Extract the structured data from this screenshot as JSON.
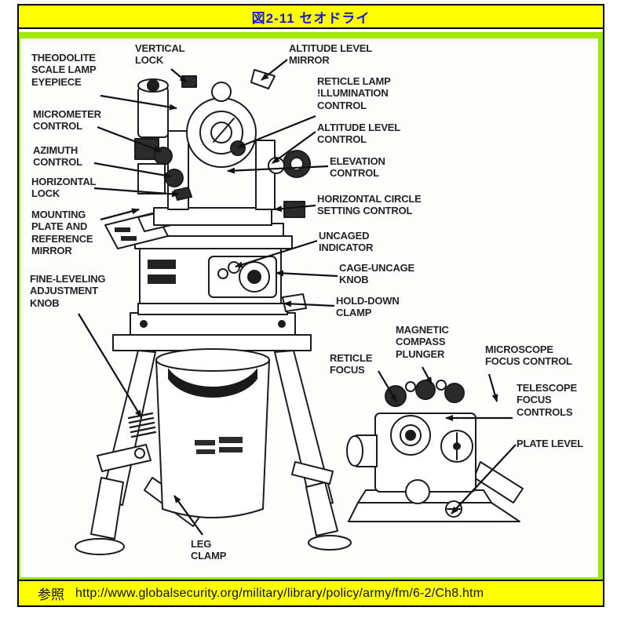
{
  "page": {
    "title": "図2-11 セオドライ",
    "footer": {
      "ref_label": "参照",
      "url": "http://www.globalsecurity.org/military/library/policy/army/fm/6-2/Ch8.htm"
    }
  },
  "colors": {
    "bar_yellow": "#FFFF00",
    "frame_green": "#9FE800",
    "title_blue": "#1a1ace",
    "ink": "#1c1c1c"
  },
  "diagram": {
    "subject": "theodolite on tripod with detail view of eyepiece end",
    "labels": [
      {
        "id": "theodolite-scale-lamp-eyepiece",
        "text": "THEODOLITE\nSCALE LAMP\nEYEPIECE"
      },
      {
        "id": "vertical-lock",
        "text": "VERTICAL\nLOCK"
      },
      {
        "id": "altitude-level-mirror",
        "text": "ALTITUDE LEVEL\nMIRROR"
      },
      {
        "id": "reticle-lamp-illumination-control",
        "text": "RETICLE LAMP\n!LLUMINATION\nCONTROL"
      },
      {
        "id": "micrometer-control",
        "text": "MICROMETER\nCONTROL"
      },
      {
        "id": "azimuth-control",
        "text": "AZIMUTH\nCONTROL"
      },
      {
        "id": "altitude-level-control",
        "text": "ALTITUDE LEVEL\nCONTROL"
      },
      {
        "id": "elevation-control",
        "text": "ELEVATION\nCONTROL"
      },
      {
        "id": "horizontal-lock",
        "text": "HORIZONTAL\nLOCK"
      },
      {
        "id": "horizontal-circle-setting-control",
        "text": "HORIZONTAL CIRCLE\nSETTING CONTROL"
      },
      {
        "id": "mounting-plate-and-reference-mirror",
        "text": "MOUNTING\nPLATE AND\nREFERENCE\nMIRROR"
      },
      {
        "id": "uncaged-indicator",
        "text": "UNCAGED\nINDICATOR"
      },
      {
        "id": "cage-uncage-knob",
        "text": "CAGE-UNCAGE\nKNOB"
      },
      {
        "id": "fine-leveling-adjustment-knob",
        "text": "FINE-LEVELING\nADJUSTMENT\nKNOB"
      },
      {
        "id": "hold-down-clamp",
        "text": "HOLD-DOWN\nCLAMP"
      },
      {
        "id": "magnetic-compass-plunger",
        "text": "MAGNETIC\nCOMPASS\nPLUNGER"
      },
      {
        "id": "reticle-focus",
        "text": "RETICLE\nFOCUS"
      },
      {
        "id": "microscope-focus-control",
        "text": "MICROSCOPE\nFOCUS CONTROL"
      },
      {
        "id": "telescope-focus-controls",
        "text": "TELESCOPE\nFOCUS\nCONTROLS"
      },
      {
        "id": "plate-level",
        "text": "PLATE LEVEL"
      },
      {
        "id": "leg-clamp",
        "text": "LEG\nCLAMP"
      }
    ]
  }
}
